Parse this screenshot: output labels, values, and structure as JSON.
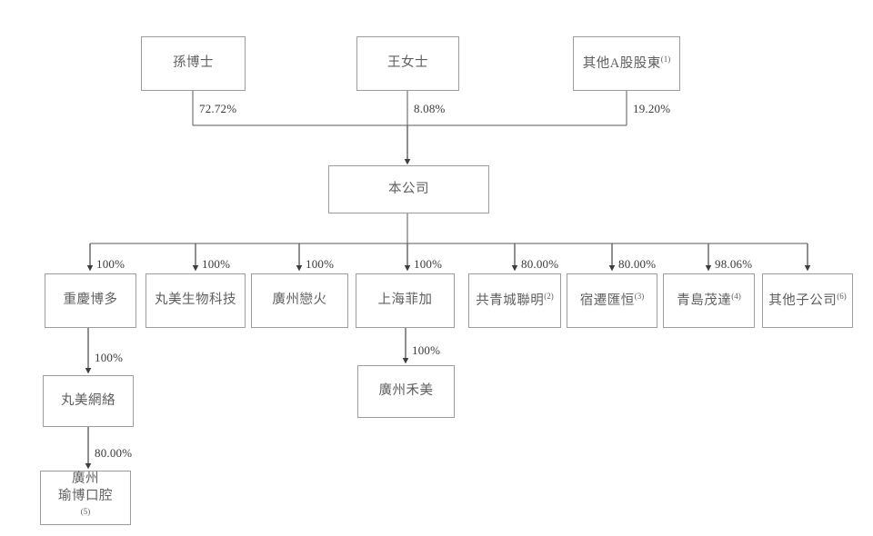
{
  "diagram": {
    "title": "Shareholding and corporate structure chart",
    "type": "org-chart",
    "colors": {
      "box_border": "#9d9d9d",
      "connector": "#4a4a4a",
      "box_text": "#5f5f5f",
      "label_text": "#3a3a3a",
      "background": "#ffffff"
    },
    "shareholders": [
      {
        "id": "sun",
        "label": "孫博士",
        "note": "",
        "percent": "72.72%"
      },
      {
        "id": "wang",
        "label": "王女士",
        "note": "",
        "percent": "8.08%"
      },
      {
        "id": "other_a",
        "label": "其他A股股東",
        "note": "(1)",
        "percent": "19.20%"
      }
    ],
    "company": {
      "id": "company",
      "label": "本公司",
      "note": ""
    },
    "subsidiaries": [
      {
        "id": "chongqing_boduo",
        "label": "重慶博多",
        "note": "",
        "percent": "100%"
      },
      {
        "id": "wanmei_biotech",
        "label": "丸美生物科技",
        "note": "",
        "percent": "100%"
      },
      {
        "id": "guangzhou_lianhuo",
        "label": "廣州戀火",
        "note": "",
        "percent": "100%"
      },
      {
        "id": "shanghai_feijia",
        "label": "上海菲加",
        "note": "",
        "percent": "100%"
      },
      {
        "id": "gongqingcheng_lianming",
        "label": "共青城聯明",
        "note": "(2)",
        "percent": "80.00%"
      },
      {
        "id": "suqian_huiheng",
        "label": "宿遷匯恒",
        "note": "(3)",
        "percent": "80.00%"
      },
      {
        "id": "qingdao_maoda",
        "label": "青島茂達",
        "note": "(4)",
        "percent": "98.06%"
      },
      {
        "id": "other_subsidiaries",
        "label": "其他子公司",
        "note": "(6)",
        "percent": ""
      }
    ],
    "sub_subsidiaries": [
      {
        "id": "wanmei_wangluo",
        "label": "丸美網絡",
        "note": "",
        "percent": "100%",
        "parent": "chongqing_boduo"
      },
      {
        "id": "guangzhou_hemei",
        "label": "廣州禾美",
        "note": "",
        "percent": "100%",
        "parent": "shanghai_feijia"
      },
      {
        "id": "guangzhou_yubo",
        "label": "廣州\n瑜博口腔",
        "note": "(5)",
        "percent": "80.00%",
        "parent": "wanmei_wangluo"
      }
    ]
  }
}
